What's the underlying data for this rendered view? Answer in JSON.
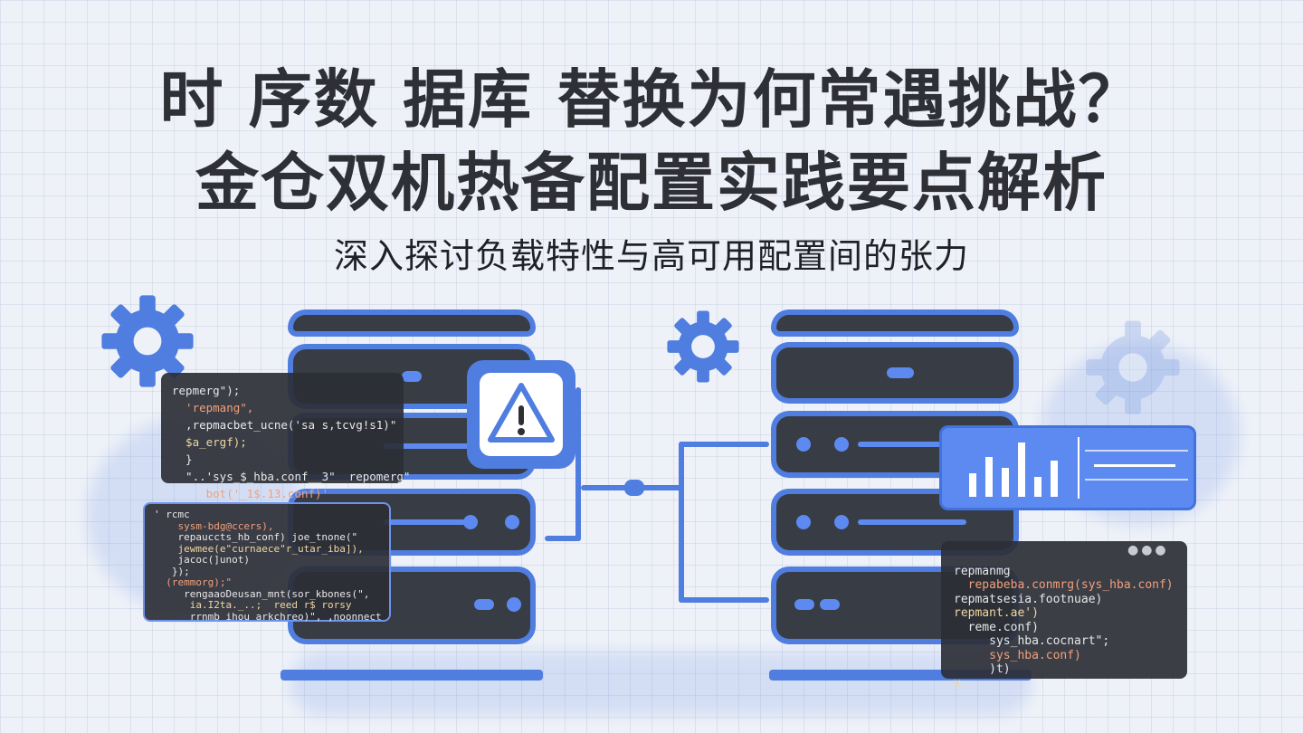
{
  "title_line1": "时 序数 据库 替换为何常遇挑战？",
  "title_line2": "金仓双机热备配置实践要点解析",
  "subtitle": "深入探讨负载特性与高可用配置间的张力",
  "colors": {
    "accent": "#4f7de0",
    "server_dark": "#383c44",
    "title": "#2e3036"
  },
  "icons": [
    "gear-icon",
    "warning-icon",
    "gear-icon",
    "server-icon",
    "chart-icon"
  ],
  "code_panel_1": [
    "repmerg\");",
    "  'repmang\",",
    "  ,repmacbet_ucne('sa s,tcvg!s1)\"",
    "  $a_ergf);",
    "  }",
    "  \"..'sys_$_hba.conf__3\"  repomerg\"",
    "     bot('_1$.13.conf)'"
  ],
  "code_panel_2": [
    "' rcmc",
    "    sysm-bdg@ccers),",
    "    repauccts_hb_conf) joe_tnone(\"",
    "    jewmee(e\"curnaece\"r_utar_iba]),",
    "    jacoc(]unot)",
    "   });",
    "  (remmorg);\"",
    "     rengaaoDeusan_mnt(sor_kbones(\",",
    "      ia.I2ta._..;  reed r$ rorsy",
    "      rrnmb_ihou_arkchreo)\", ,noonnect"
  ],
  "code_panel_3": [
    "repmanmg",
    "  repabeba.conmrg(sys_hba.conf)",
    "repmatsesia.footnuae)",
    "repmant.ae')",
    "  reme.conf)",
    "     sys_hba.cocnart\";",
    "     sys_hba.conf)",
    "     )t)",
    "x."
  ]
}
